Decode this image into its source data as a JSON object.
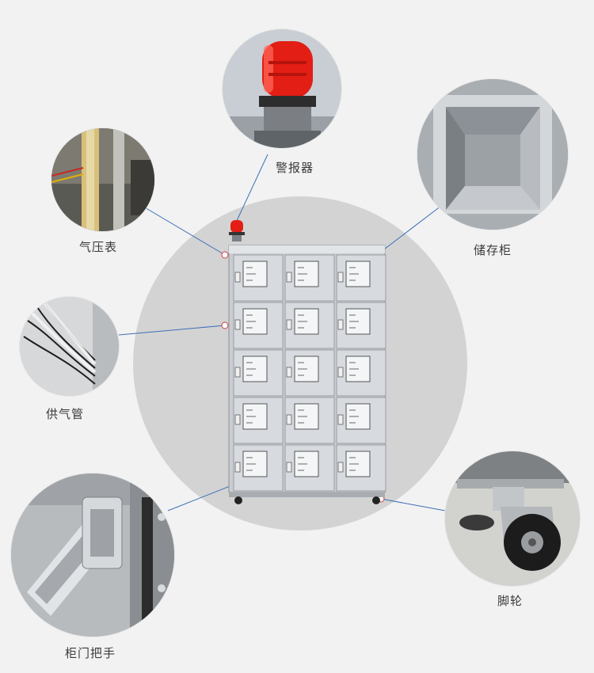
{
  "callouts": {
    "alarm": "警报器",
    "storage": "储存柜",
    "pressure_gauge": "气压表",
    "gas_pipe": "供气管",
    "door_handle": "柜门把手",
    "caster": "脚轮"
  },
  "colors": {
    "background": "#f2f2f2",
    "center_circle": "#d3d3d3",
    "leader_line": "#3c6fb6",
    "alarm_red": "#e8231a",
    "stainless": "#c9cdd1"
  },
  "cabinet": {
    "rows": 5,
    "columns": 3,
    "screen_lines": [
      "—",
      "——",
      "—"
    ]
  }
}
